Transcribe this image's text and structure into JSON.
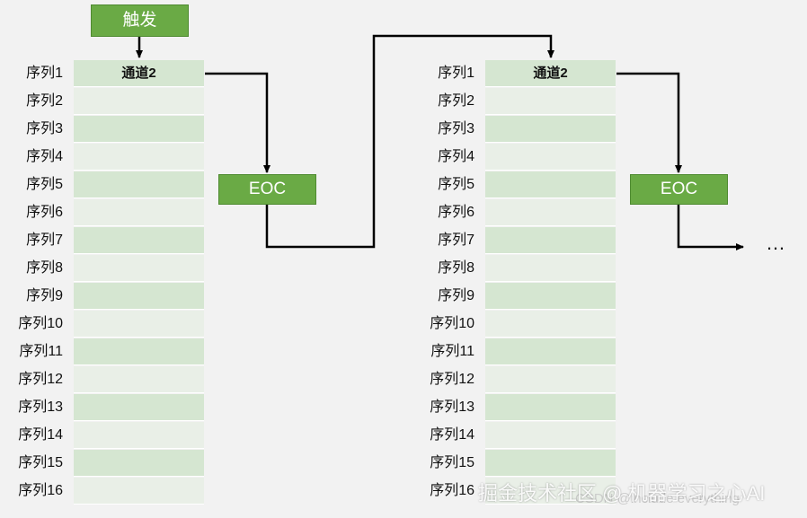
{
  "trigger": {
    "label": "触发"
  },
  "eoc": {
    "label": "EOC"
  },
  "ellipsis": "…",
  "sequences": [
    {
      "label": "序列1",
      "cell": "通道2"
    },
    {
      "label": "序列2",
      "cell": ""
    },
    {
      "label": "序列3",
      "cell": ""
    },
    {
      "label": "序列4",
      "cell": ""
    },
    {
      "label": "序列5",
      "cell": ""
    },
    {
      "label": "序列6",
      "cell": ""
    },
    {
      "label": "序列7",
      "cell": ""
    },
    {
      "label": "序列8",
      "cell": ""
    },
    {
      "label": "序列9",
      "cell": ""
    },
    {
      "label": "序列10",
      "cell": ""
    },
    {
      "label": "序列11",
      "cell": ""
    },
    {
      "label": "序列12",
      "cell": ""
    },
    {
      "label": "序列13",
      "cell": ""
    },
    {
      "label": "序列14",
      "cell": ""
    },
    {
      "label": "序列15",
      "cell": ""
    },
    {
      "label": "序列16",
      "cell": ""
    }
  ],
  "watermark": {
    "main": "掘金技术社区 @ 机器学习之心AI",
    "sub": "CSDN @include everything"
  },
  "colors": {
    "box_green": "#6aaa45",
    "cell_dark": "#d5e6d1",
    "cell_light": "#e9efe7",
    "background": "#f2f2f2"
  }
}
